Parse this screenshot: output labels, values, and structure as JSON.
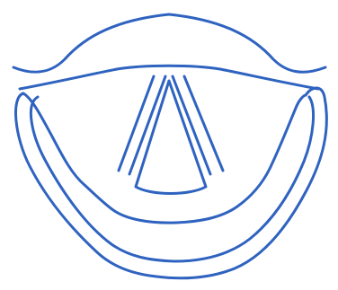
{
  "colors": {
    "background": "#ffffff",
    "line": "#2f63c0"
  },
  "diagram": {
    "parts": [
      {
        "name": "top-arch",
        "icon": "arch-curve"
      },
      {
        "name": "left-outer-band",
        "icon": "curved-band"
      },
      {
        "name": "right-outer-band",
        "icon": "curved-band"
      },
      {
        "name": "lower-inner-band",
        "icon": "curved-band"
      },
      {
        "name": "left-slanted-bar",
        "icon": "slanted-bar"
      },
      {
        "name": "right-slanted-bar",
        "icon": "slanted-bar"
      },
      {
        "name": "center-wedge",
        "icon": "wedge-shape"
      }
    ]
  }
}
